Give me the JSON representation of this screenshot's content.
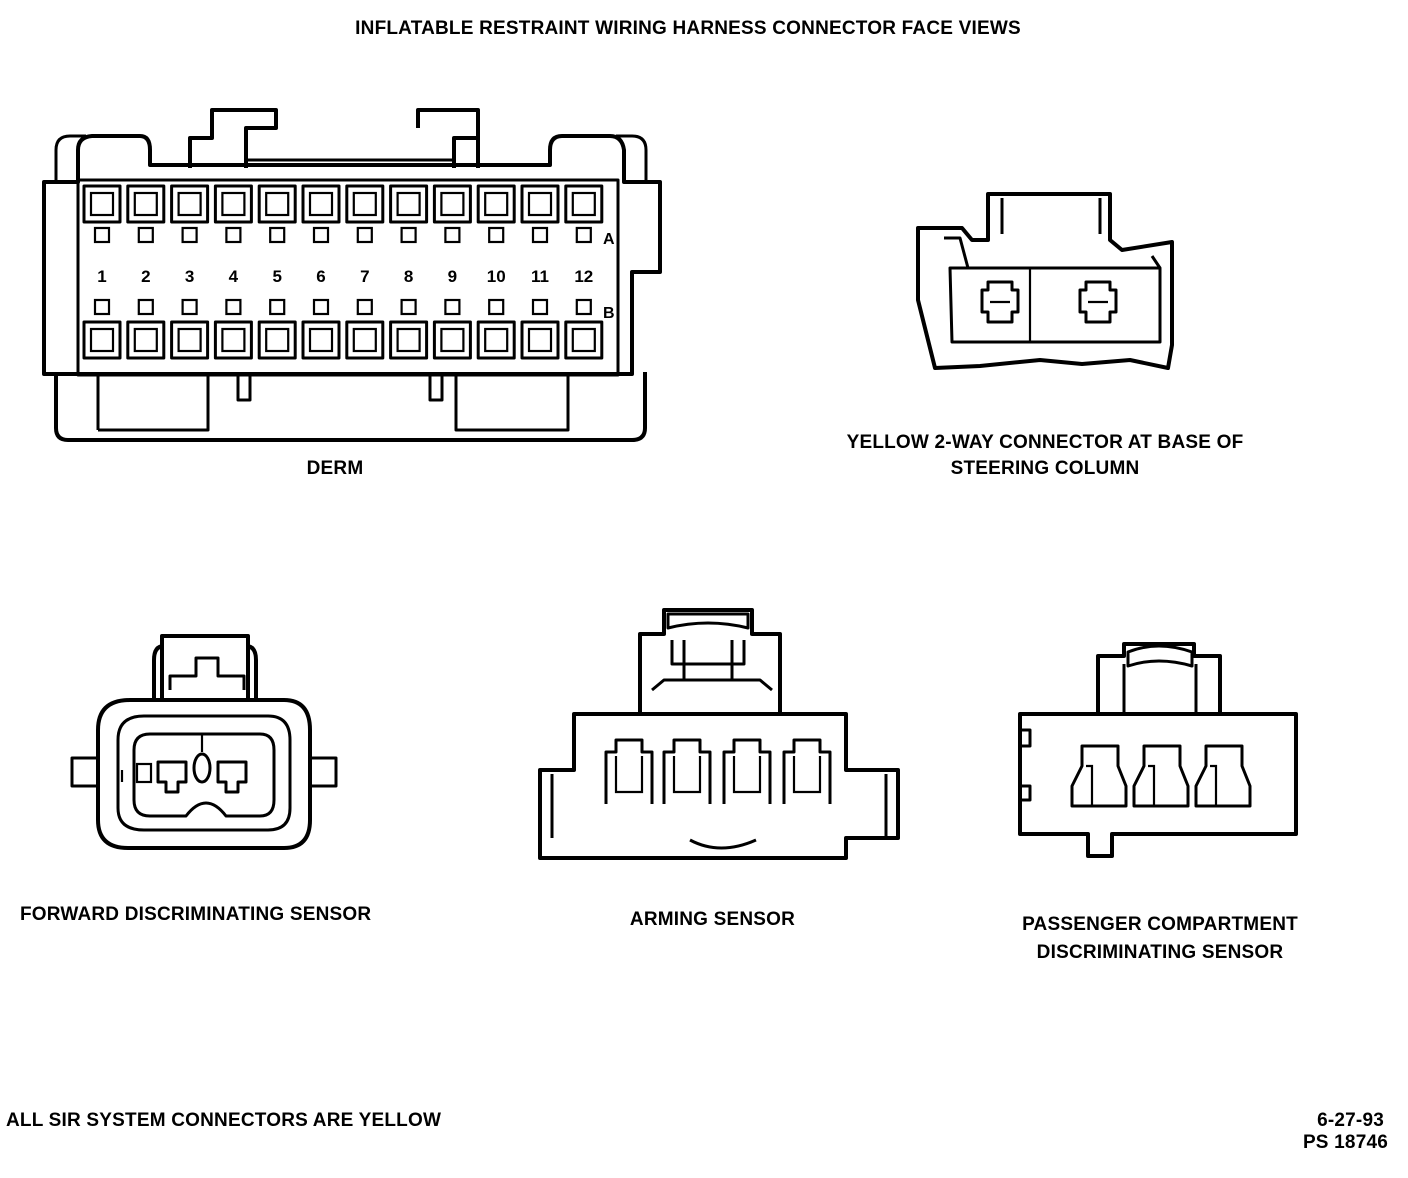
{
  "title": "INFLATABLE RESTRAINT WIRING HARNESS CONNECTOR FACE VIEWS",
  "connectors": {
    "derm": {
      "label": "DERM",
      "row_a_label": "A",
      "row_b_label": "B",
      "pin_numbers": [
        "1",
        "2",
        "3",
        "4",
        "5",
        "6",
        "7",
        "8",
        "9",
        "10",
        "11",
        "12"
      ]
    },
    "yellow_2way": {
      "label_line1": "YELLOW 2-WAY CONNECTOR AT BASE OF",
      "label_line2": "STEERING COLUMN"
    },
    "forward_sensor": {
      "label": "FORWARD DISCRIMINATING SENSOR"
    },
    "arming_sensor": {
      "label": "ARMING SENSOR"
    },
    "passenger_sensor": {
      "label_line1": "PASSENGER COMPARTMENT",
      "label_line2": "DISCRIMINATING SENSOR"
    }
  },
  "footer": {
    "note": "ALL SIR SYSTEM CONNECTORS ARE YELLOW",
    "date": "6-27-93",
    "ref": "PS 18746"
  }
}
